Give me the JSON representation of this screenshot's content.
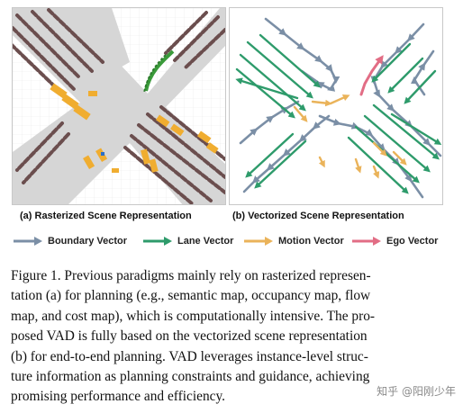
{
  "panels": {
    "a_caption": "(a) Rasterized Scene Representation",
    "b_caption": "(b) Vectorized Scene Representation"
  },
  "legend": [
    {
      "label": "Boundary Vector",
      "color": "#7b8fa6"
    },
    {
      "label": "Lane Vector",
      "color": "#2e9b6b"
    },
    {
      "label": "Motion Vector",
      "color": "#eab35a"
    },
    {
      "label": "Ego Vector",
      "color": "#e26d85"
    }
  ],
  "caption_lines": [
    "Figure 1. Previous paradigms mainly rely on rasterized represen-",
    "tation (a) for planning (e.g., semantic map, occupancy map, flow",
    "map, and cost map), which is computationally intensive. The pro-",
    "posed VAD is fully based on the vectorized scene representation",
    "(b) for end-to-end planning.  VAD leverages instance-level struc-",
    "ture information as planning constraints and guidance, achieving",
    "promising performance and efficiency."
  ],
  "watermark": "知乎 @阳刚少年",
  "colors": {
    "road": "#d7d7d7",
    "lane_raster": "#6b4e4e",
    "agent_raster": "#f0ad30",
    "ego_raster": "#3a9a3a"
  }
}
